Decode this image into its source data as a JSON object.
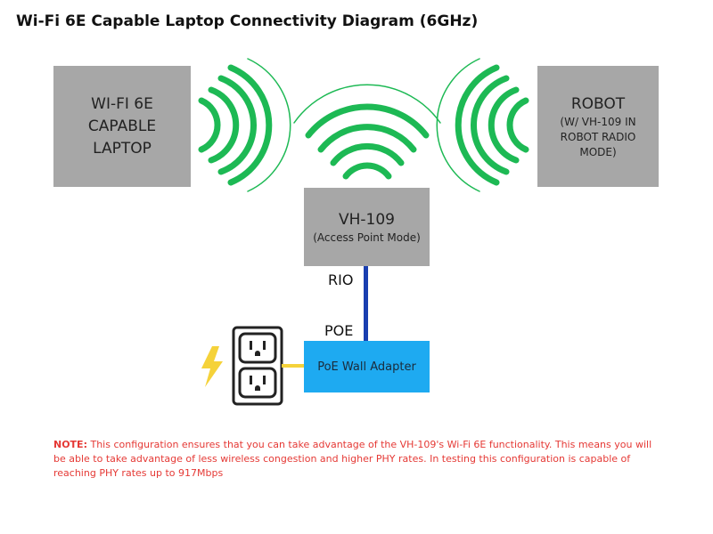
{
  "title": "Wi-Fi 6E Capable Laptop Connectivity Diagram (6GHz)",
  "laptop": {
    "line1": "WI-FI 6E",
    "line2": "CAPABLE",
    "line3": "LAPTOP"
  },
  "robot": {
    "title": "ROBOT",
    "line1": "(W/ VH-109 IN",
    "line2": "ROBOT RADIO",
    "line3": "MODE)"
  },
  "access_point": {
    "title": "VH-109",
    "subtitle": "(Access Point Mode)"
  },
  "cable": {
    "top_label": "RIO",
    "bottom_label": "POE"
  },
  "poe_adapter": {
    "label": "PoE Wall Adapter"
  },
  "note": {
    "prefix": "NOTE:",
    "text": " This configuration ensures that you can take advantage of the VH-109's Wi-Fi 6E functionality. This means you will be able to take advantage of less wireless congestion and higher PHY rates. In testing this configuration is capable of reaching PHY rates up to 917Mbps"
  },
  "icons": [
    "wifi-waves-icon",
    "power-outlet-icon",
    "lightning-bolt-icon"
  ],
  "colors": {
    "box_gray": "#a7a7a7",
    "wifi_green": "#1db954",
    "cable_blue": "#1a3fb0",
    "poe_blue": "#1eaaf1",
    "power_yellow": "#f5d23a",
    "note_red": "#e53935"
  }
}
